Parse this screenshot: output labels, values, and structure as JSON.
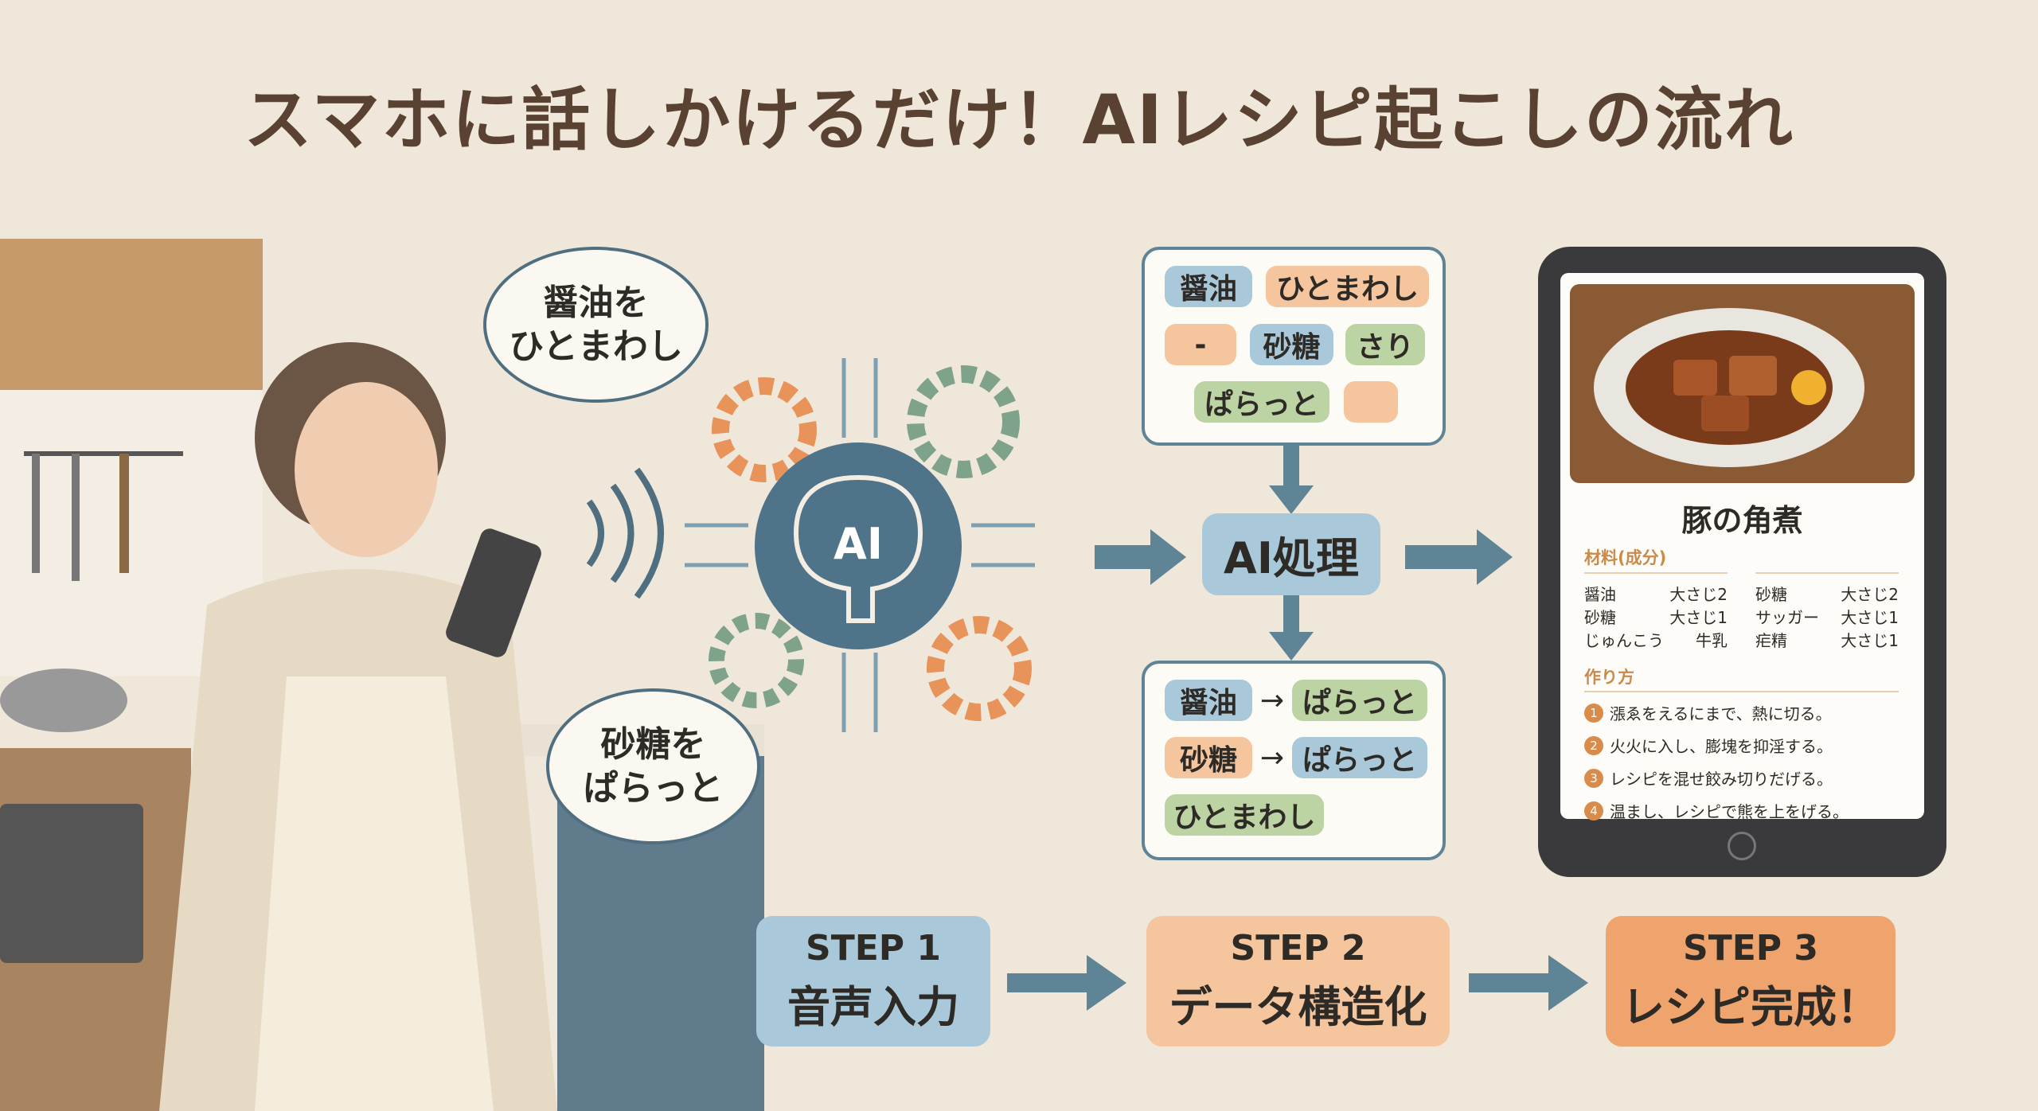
{
  "title": "スマホに話しかけるだけ！AIレシピ起こしの流れ",
  "bubbles": [
    "醤油を",
    "ひとまわし",
    "砂糖を",
    "ぱらっと"
  ],
  "ai_label": "AI",
  "input_chips": [
    "醤油",
    "ひとまわし",
    "-",
    "砂糖",
    "さり",
    "ぱらっと",
    ""
  ],
  "process_label": "AI処理",
  "output_rows": [
    {
      "item": "醤油",
      "arrow": "→",
      "amount": "ぱらっと"
    },
    {
      "item": "砂糖",
      "arrow": "→",
      "amount": "ぱらっと"
    },
    {
      "item": "ひとまわし"
    }
  ],
  "recipe": {
    "title": "豚の角煮",
    "ingredients_heading": "材料(成分)",
    "ingredients": [
      [
        "醤油",
        "大さじ2"
      ],
      [
        "砂糖",
        "大さじ1"
      ],
      [
        "じゅんこう",
        "牛乳"
      ],
      [
        "砂糖",
        "大さじ2"
      ],
      [
        "サッガー",
        "大さじ1"
      ],
      [
        "疟精",
        "大さじ1"
      ]
    ],
    "steps_heading": "作り方",
    "steps": [
      "1",
      "漲ゑをえるにまで、熱に切る。",
      "2",
      "火火に入し、膨塊を抑淫する。",
      "3",
      "レシピを混せ餃み切りだげる。",
      "4",
      "温まし、レシピで熊を上をげる。"
    ]
  },
  "steps": [
    {
      "label": "STEP 1",
      "name": "音声入力",
      "color": "#a9c9da"
    },
    {
      "label": "STEP 2",
      "name": "データ構造化",
      "color": "#f5c59e"
    },
    {
      "label": "STEP 3",
      "name": "レシピ完成！",
      "color": "#eea46c"
    }
  ],
  "colors": {
    "accent_blue": "#5f8495",
    "orange": "#e8935a",
    "green": "#7fa38a"
  }
}
